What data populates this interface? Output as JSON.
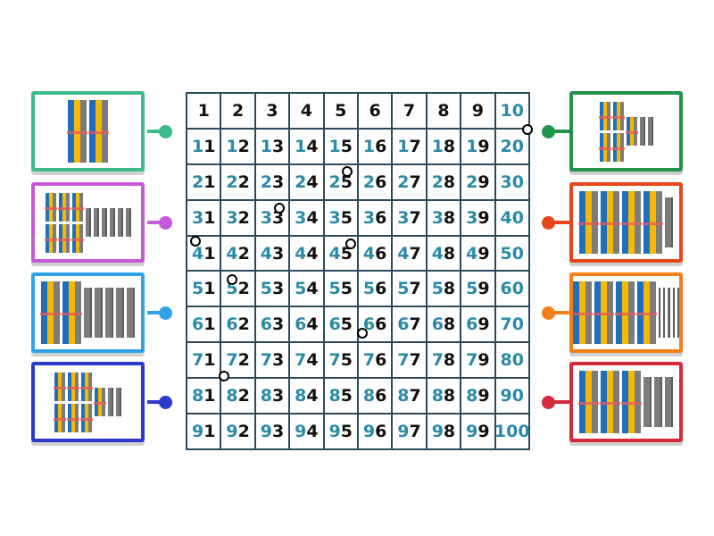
{
  "grid": {
    "numbers": [
      1,
      2,
      3,
      4,
      5,
      6,
      7,
      8,
      9,
      10,
      11,
      12,
      13,
      14,
      15,
      16,
      17,
      18,
      19,
      20,
      21,
      22,
      23,
      24,
      25,
      26,
      27,
      28,
      29,
      30,
      31,
      32,
      33,
      34,
      35,
      36,
      37,
      38,
      39,
      40,
      41,
      42,
      43,
      44,
      45,
      46,
      47,
      48,
      49,
      50,
      51,
      52,
      53,
      54,
      55,
      56,
      57,
      58,
      59,
      60,
      61,
      62,
      63,
      64,
      65,
      66,
      67,
      68,
      69,
      70,
      71,
      72,
      73,
      74,
      75,
      76,
      77,
      78,
      79,
      80,
      81,
      82,
      83,
      84,
      85,
      86,
      87,
      88,
      89,
      90,
      91,
      92,
      93,
      94,
      95,
      96,
      97,
      98,
      99,
      100
    ],
    "tens_color": "#2a8aa8",
    "ones_color": "#111111"
  },
  "cards": [
    {
      "side": "left",
      "color": "#3dbb8a",
      "tens": 2,
      "ones": 0
    },
    {
      "side": "left",
      "color": "#c45ad8",
      "tens": 6,
      "ones": 6
    },
    {
      "side": "left",
      "color": "#2fa3e8",
      "tens": 2,
      "ones": 5
    },
    {
      "side": "left",
      "color": "#2b3acc",
      "tens": 7,
      "ones": 2
    },
    {
      "side": "right",
      "color": "#22934a",
      "tens": 5,
      "ones": 2
    },
    {
      "side": "right",
      "color": "#e8461a",
      "tens": 4,
      "ones": 1
    },
    {
      "side": "right",
      "color": "#f57f17",
      "tens": 4,
      "ones": 5
    },
    {
      "side": "right",
      "color": "#d42a3a",
      "tens": 3,
      "ones": 3
    }
  ]
}
